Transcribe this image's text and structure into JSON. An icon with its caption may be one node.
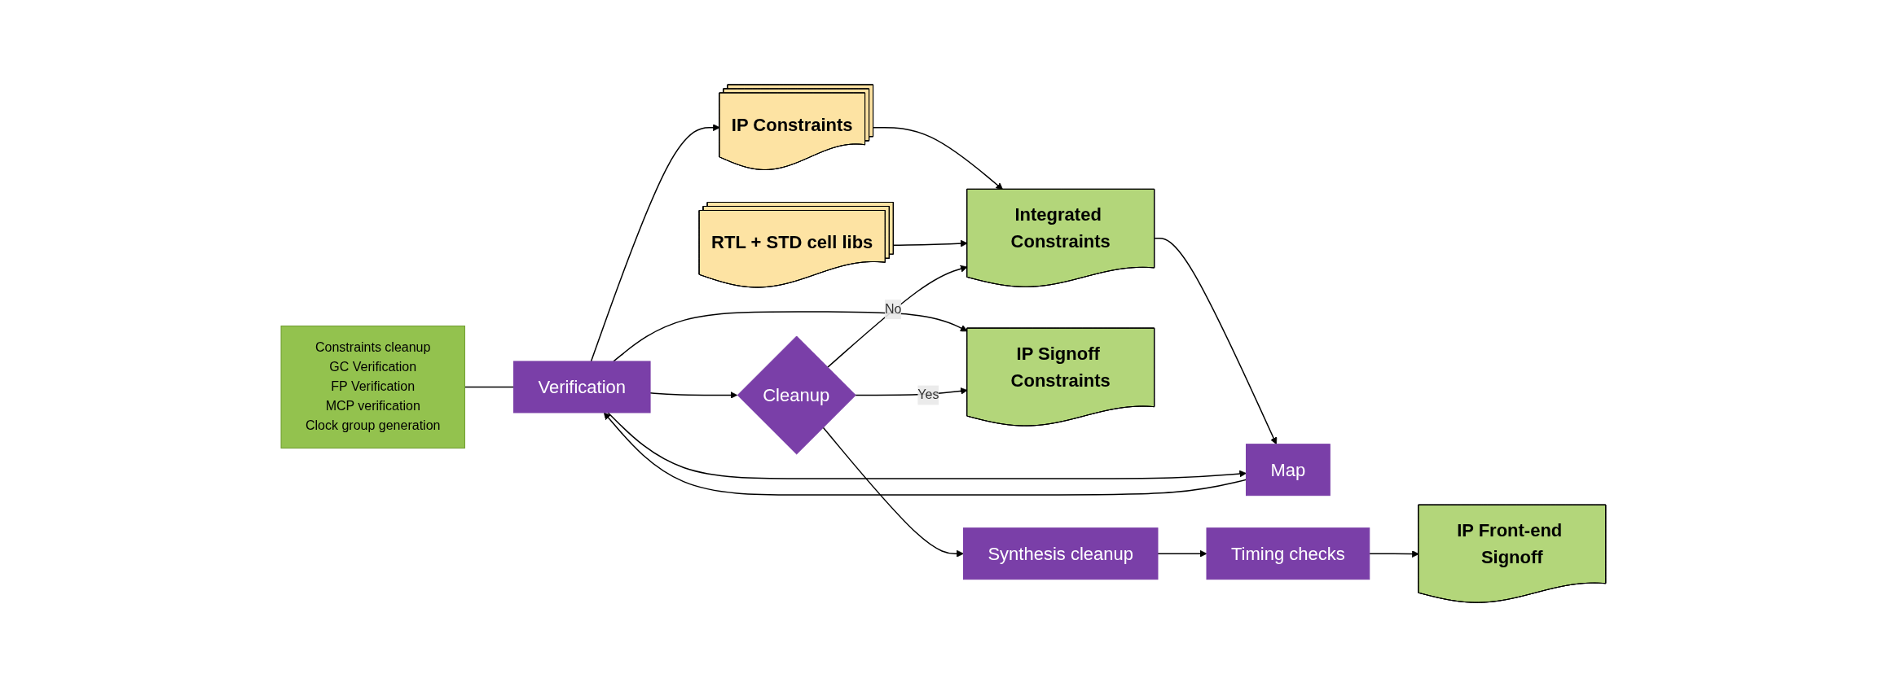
{
  "diagram": {
    "nodes": [
      {
        "text": [
          "Constraints cleanup",
          "GC Verification",
          "FP Verification",
          "MCP verification",
          "Clock group generation"
        ]
      },
      {
        "text": [
          "IP Constraints"
        ]
      },
      {
        "text": [
          "RTL + STD cell libs"
        ]
      },
      {
        "text": [
          "Integrated Constraints"
        ]
      },
      {
        "text": [
          "Map"
        ]
      },
      {
        "text": [
          "Verification"
        ]
      },
      {
        "text": [
          "IP Signoff Constraints"
        ]
      },
      {
        "text": [
          "Cleanup"
        ]
      },
      {
        "text": [
          "Synthesis cleanup"
        ]
      },
      {
        "text": [
          "Timing checks"
        ]
      },
      {
        "text": [
          "IP Front-end Signoff"
        ]
      }
    ],
    "edges": [
      {
        "from": 0,
        "to": 5,
        "arrow": "none"
      },
      {
        "from": 1,
        "to": 3,
        "arrow": "to"
      },
      {
        "from": 2,
        "to": 3,
        "arrow": "to"
      },
      {
        "from": 3,
        "to": 4,
        "arrow": "to"
      },
      {
        "from": 4,
        "to": 5,
        "arrow": "to"
      },
      {
        "from": 5,
        "to": 1,
        "arrow": "to"
      },
      {
        "from": 5,
        "to": 4,
        "arrow": "to"
      },
      {
        "from": 5,
        "to": 6,
        "arrow": "to"
      },
      {
        "from": 5,
        "to": 7,
        "arrow": "to"
      },
      {
        "from": 7,
        "to": 3,
        "label": "No",
        "arrow": "to"
      },
      {
        "from": 7,
        "to": 6,
        "label": "Yes",
        "arrow": "to"
      },
      {
        "from": 7,
        "to": 8,
        "arrow": "to"
      },
      {
        "from": 8,
        "to": 9,
        "arrow": "to"
      },
      {
        "from": 9,
        "to": 10,
        "arrow": "to"
      }
    ]
  }
}
